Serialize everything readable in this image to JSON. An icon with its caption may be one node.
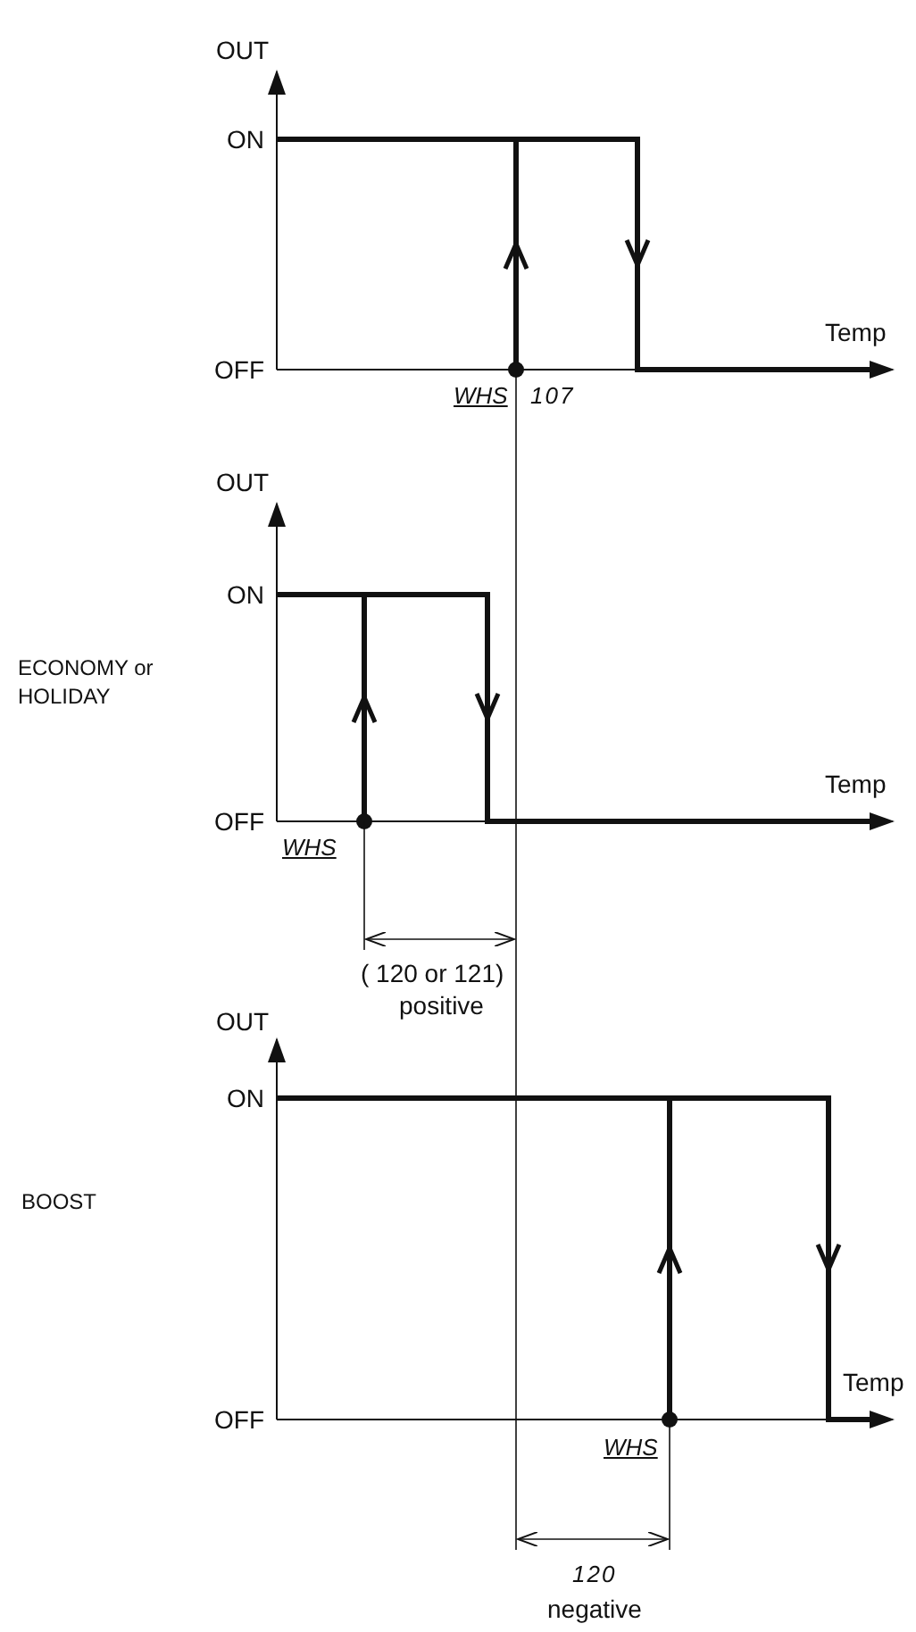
{
  "diagram": {
    "labels": [
      "OUT",
      "ON",
      "OFF",
      "Temp",
      "WHS",
      "107",
      "OUT",
      "ON",
      "ECONOMY or HOLIDAY",
      "OFF",
      "Temp",
      "WHS",
      "( 120 or 121)",
      "positive",
      "OUT",
      "ON",
      "BOOST",
      "OFF",
      "Temp",
      "WHS",
      "120",
      "negative"
    ]
  }
}
